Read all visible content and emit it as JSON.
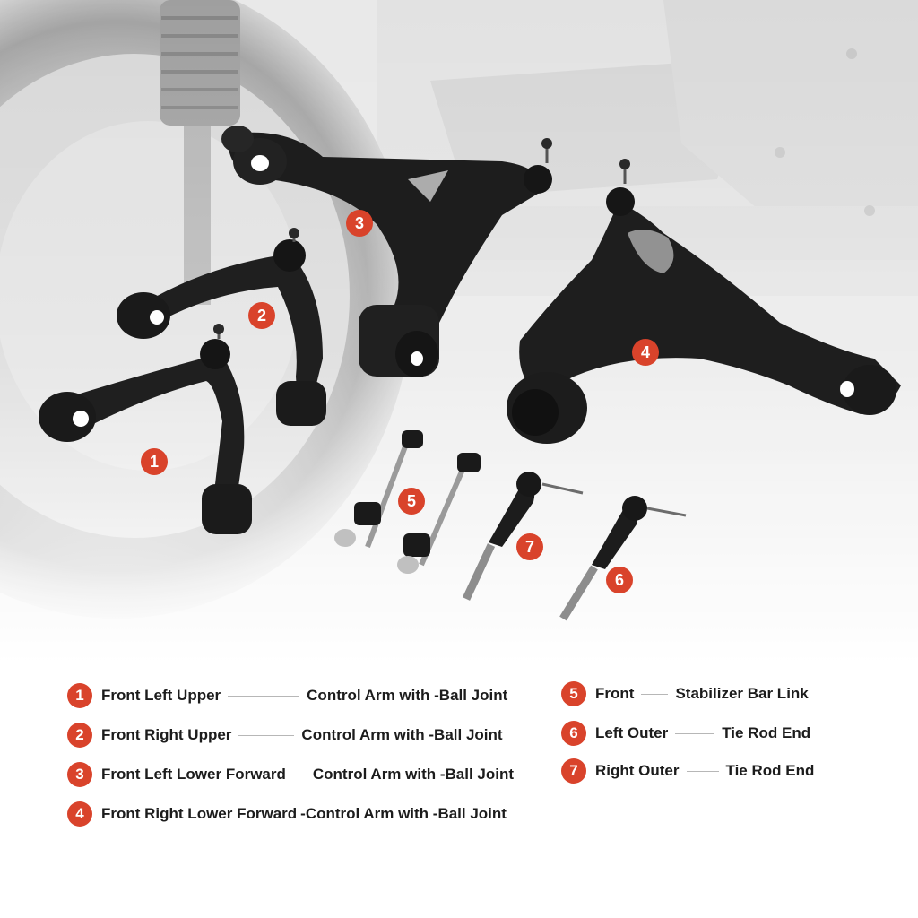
{
  "accent_color": "#d9432b",
  "callouts": [
    "1",
    "2",
    "3",
    "4",
    "5",
    "6",
    "7"
  ],
  "legend": [
    {
      "num": "1",
      "part_a": "Front Left Upper",
      "part_b": "Control Arm with -Ball Joint"
    },
    {
      "num": "2",
      "part_a": "Front Right Upper",
      "part_b": "Control Arm with -Ball Joint"
    },
    {
      "num": "3",
      "part_a": "Front Left Lower Forward",
      "part_b": "Control Arm with -Ball Joint"
    },
    {
      "num": "4",
      "part_a": "Front Right Lower Forward",
      "part_b": "-Control Arm with -Ball Joint"
    },
    {
      "num": "5",
      "part_a": "Front",
      "part_b": "Stabilizer Bar Link"
    },
    {
      "num": "6",
      "part_a": "Left Outer",
      "part_b": "Tie Rod End"
    },
    {
      "num": "7",
      "part_a": "Right Outer",
      "part_b": "Tie Rod End"
    }
  ]
}
